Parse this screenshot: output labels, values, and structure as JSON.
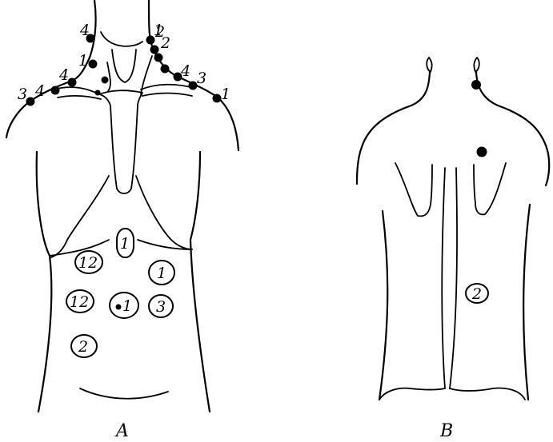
{
  "panels": [
    {
      "caption": "A",
      "point_labels": [
        "4",
        "1",
        "2",
        "2",
        "4",
        "3",
        "1",
        "1",
        "4",
        "3",
        "4"
      ],
      "area_labels": [
        "1",
        "12",
        "1",
        "12",
        "1",
        "3",
        "2"
      ]
    },
    {
      "caption": "B",
      "area_labels": [
        "2"
      ]
    }
  ]
}
